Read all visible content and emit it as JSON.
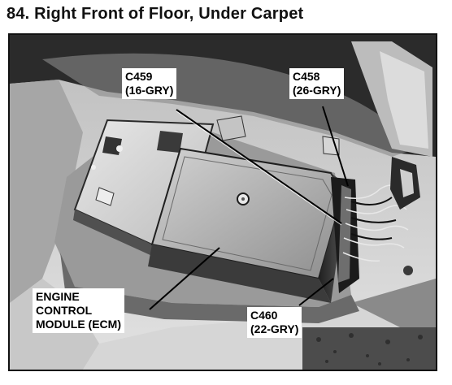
{
  "figure": {
    "heading": "84. Right Front of Floor, Under Carpet"
  },
  "callouts": {
    "c459": {
      "id": "C459",
      "spec": "(16-GRY)"
    },
    "c458": {
      "id": "C458",
      "spec": "(26-GRY)"
    },
    "c460": {
      "id": "C460",
      "spec": "(22-GRY)"
    },
    "ecm": {
      "line1": "ENGINE",
      "line2": "CONTROL",
      "line3": "MODULE (ECM)"
    }
  }
}
